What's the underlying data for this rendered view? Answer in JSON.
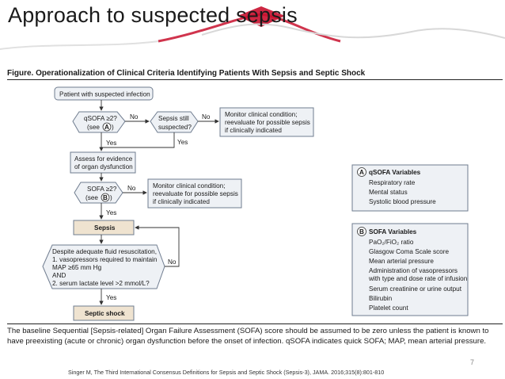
{
  "slide": {
    "title": "Approach to suspected sepsis",
    "page_number": "7",
    "citation": "Singer M, The Third International Consensus Definitions for Sepsis and Septic Shock (Sepsis-3), JAMA. 2016;315(8):801-810"
  },
  "figure": {
    "title": "Figure. Operationalization of Clinical Criteria Identifying Patients With Sepsis and Septic Shock",
    "caption": "The baseline Sequential [Sepsis-related] Organ Failure Assessment (SOFA) score should be assumed to be zero unless the patient is known to have preexisting (acute or chronic) organ dysfunction before the onset of infection. qSOFA indicates quick SOFA; MAP, mean arterial pressure."
  },
  "flow": {
    "start": "Patient with suspected infection",
    "qsofa_q": [
      "qSOFA ≥2?",
      "(see"
    ],
    "qsofa_ref": "A",
    "sepsis_still": [
      "Sepsis still",
      "suspected?"
    ],
    "monitor1": [
      "Monitor clinical condition;",
      "reevaluate for possible sepsis",
      "if clinically indicated"
    ],
    "assess": [
      "Assess for evidence",
      "of organ dysfunction"
    ],
    "sofa_q": [
      "SOFA ≥2?",
      "(see"
    ],
    "sofa_ref": "B",
    "monitor2": [
      "Monitor clinical condition;",
      "reevaluate for possible sepsis",
      "if clinically indicated"
    ],
    "sepsis": "Sepsis",
    "shock_q": [
      "Despite adequate fluid resuscitation,",
      "1. vasopressors required to maintain",
      "MAP ≥65 mm Hg",
      "AND",
      "2. serum lactate level >2 mmol/L?"
    ],
    "septic_shock": "Septic shock",
    "yes": "Yes",
    "no": "No",
    "close_paren": ")"
  },
  "qsofa_box": {
    "badge": "A",
    "title": "qSOFA Variables",
    "items": [
      "Respiratory rate",
      "Mental status",
      "Systolic blood pressure"
    ]
  },
  "sofa_box": {
    "badge": "B",
    "title": "SOFA Variables",
    "items": [
      "PaO₂/FiO₂ ratio",
      "Glasgow Coma Scale score",
      "Mean arterial pressure",
      "Administration of vasopressors",
      "with type and dose rate of infusion",
      "Serum creatinine or urine output",
      "Bilirubin",
      "Platelet count"
    ]
  },
  "colors": {
    "box_fill": "#eef1f5",
    "box_stroke": "#6f7c8f",
    "sepsis_fill": "#efe3d0",
    "ribbon": "#c8102e"
  }
}
